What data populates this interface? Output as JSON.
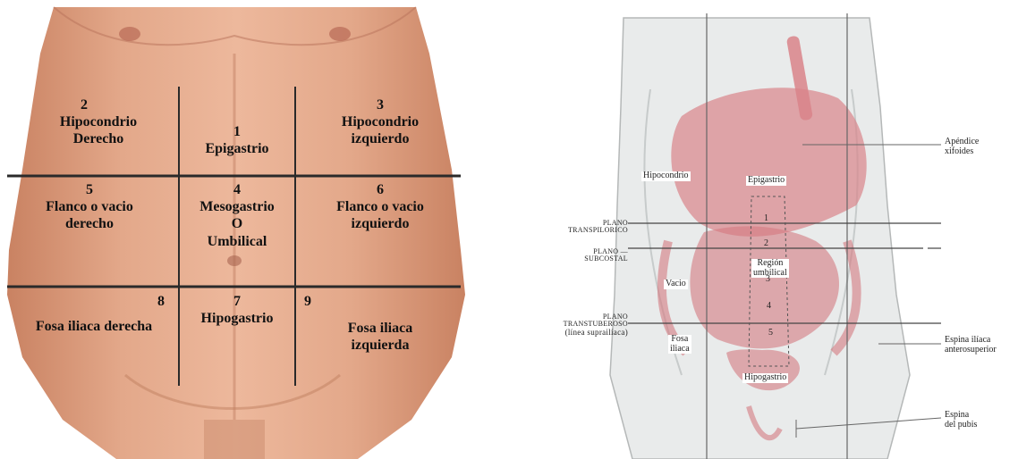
{
  "left_figure": {
    "regions": [
      {
        "number": "2",
        "name_line1": "Hipocondrio",
        "name_line2": "Derecho"
      },
      {
        "number": "1",
        "name_line1": "Epigastrio",
        "name_line2": ""
      },
      {
        "number": "3",
        "name_line1": "Hipocondrio",
        "name_line2": "izquierdo"
      },
      {
        "number": "5",
        "name_line1": "Flanco o vacio",
        "name_line2": "derecho"
      },
      {
        "number": "4",
        "name_line1": "Mesogastrio",
        "name_line2": "O",
        "name_line3": "Umbilical"
      },
      {
        "number": "6",
        "name_line1": "Flanco o vacio",
        "name_line2": "izquierdo"
      },
      {
        "number": "8",
        "name_line1": "Fosa iliaca derecha",
        "name_line2": ""
      },
      {
        "number": "7",
        "name_line1": "Hipogastrio",
        "name_line2": ""
      },
      {
        "number": "9",
        "name_line1": "Fosa iliaca",
        "name_line2": "izquierda"
      }
    ]
  },
  "right_figure": {
    "region_labels": {
      "hipocondrio": "Hipocondrio",
      "epigastrio": "Epigastrio",
      "region": "Región",
      "umbilical": "umbilical",
      "vacio": "Vacio",
      "fosa": "Fosa",
      "iliaca": "iliaca",
      "hipogastrio": "Hipogastrio"
    },
    "vertebra_numbers": [
      "1",
      "2",
      "3",
      "4",
      "5"
    ],
    "planes": {
      "transpilorico_1": "PLANO",
      "transpilorico_2": "TRANSPILORICO",
      "subcostal_1": "PLANO —",
      "subcostal_2": "SUBCOSTAL",
      "transtuberoso_1": "PLANO",
      "transtuberoso_2": "TRANSTUBEROSO",
      "transtuberoso_3": "(línea suprailíaca)"
    },
    "callouts": {
      "apendice_1": "Apéndice",
      "apendice_2": "xifoides",
      "espina_iliaca_1": "Espina ilíaca",
      "espina_iliaca_2": "anterosuperior",
      "espina_pubis_1": "Espina",
      "espina_pubis_2": "del pubis"
    }
  }
}
